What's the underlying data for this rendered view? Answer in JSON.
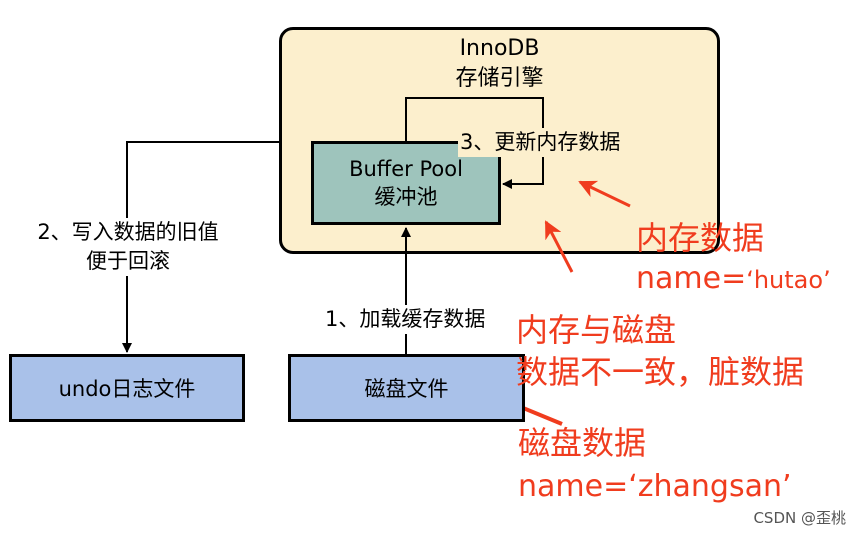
{
  "innodb": {
    "title_line1": "InnoDB",
    "title_line2": "存储引擎"
  },
  "buffer_pool": {
    "line1": "Buffer Pool",
    "line2": "缓冲池"
  },
  "undo_log": {
    "label": "undo日志文件"
  },
  "disk_file": {
    "label": "磁盘文件"
  },
  "edges": {
    "update_memory": "3、更新内存数据",
    "write_old_line1": "2、写入数据的旧值",
    "write_old_line2": "便于回滚",
    "load_cache": "1、加载缓存数据"
  },
  "annotations": {
    "memory_title": "内存数据",
    "memory_name_prefix": "name=",
    "memory_name_value": "‘hutao’",
    "inconsistent_line1": "内存与磁盘",
    "inconsistent_line2": "数据不一致，脏数据",
    "disk_title": "磁盘数据",
    "disk_name": "name=‘zhangsan’"
  },
  "watermark": "CSDN @歪桃",
  "colors": {
    "innodb_fill": "#fcefcd",
    "buffer_pool_fill": "#9ec4bc",
    "file_fill": "#a9c1e9",
    "annotation_red": "#f03c1e"
  }
}
